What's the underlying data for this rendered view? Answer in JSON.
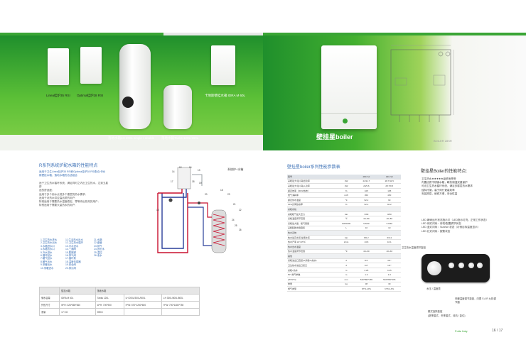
{
  "colors": {
    "green_dark": "#1f8f2c",
    "green_light": "#86d14a",
    "blue": "#3a6fb5",
    "red_pipe": "#c8102e",
    "blue_pipe": "#2a3f9a"
  },
  "left_hero": {
    "cap_linea": "Linea挂炉35 RSI",
    "cap_optima": "Optima挂炉28 RSI",
    "cap_tank200": "落地水箱LH 200L single / double",
    "cap_tanks120": "落地水箱Tanks 120L/150L",
    "cap_idra": "卡地斯壁挂水箱 IDRA M 60L"
  },
  "right_hero": {
    "boiler_label": "壁挂星boiler",
    "drawing_caption": "BOILER 28SR"
  },
  "left_page": {
    "title": "R系列系统炉配水箱的性能特点",
    "blue_para": "适用于卫生Linea挂炉35 RSI和Optima挂炉28 RSI配合卡地斯壁挂水箱，落地水箱的合适组合",
    "body": [
      "适于卫生热水循环系统，满足同时之内出卫生热水，达到五星舒",
      "适的舒适度;",
      "适用于多个用水点或多个楼层的热水需求;",
      "适用于对热水供应高品质的用户;",
      "特别适用于需要热水温度稳定，零等待出热效的用户;",
      "特别适用于需要大量热水的用户;"
    ],
    "diagram_label": "系统炉+水箱",
    "diagram_numbers": [
      "14",
      "12",
      "16",
      "13",
      "17",
      "18",
      "19",
      "20",
      "15",
      "18",
      "23",
      "21",
      "22",
      "24",
      "25",
      "26"
    ],
    "legend1": [
      "1.卫生热水进水",
      "2.卫生热水出水",
      "3.水箱进水口",
      "4.水箱出水口",
      "5.冷水进水",
      "6.循环回水",
      "7.暖气回水",
      "8.暖气出水",
      "9.采暖出水",
      "10.采暖进水"
    ],
    "legend2": [
      "11.生活热水出水",
      "12.卫生热水循环",
      "13.冷水进水",
      "14.三通阀",
      "15.膨胀罐",
      "16.排气阀",
      "17.循环泵",
      "18.温度传感器",
      "19.安全阀",
      "20.排污阀"
    ],
    "legend3": [
      "21.水箱",
      "22.盘管",
      "23.排气",
      "24.进出水",
      "25.温控",
      "26.泄水"
    ],
    "table": {
      "header": [
        "",
        "壁挂水箱",
        "落地水箱",
        "",
        ""
      ],
      "rows": [
        [
          "储水容量",
          "IDRA M 60L",
          "Tanks 120L",
          "LH 200L/300L/500L",
          "LH 300L/500L/800L"
        ],
        [
          "外形尺寸",
          "W*H: 326*580*360",
          "W*H: 700*900",
          "H*W: 570*1250*600",
          "H*W: 700*1480*750"
        ],
        [
          "重量",
          "17 KG",
          "39KG",
          "",
          ""
        ]
      ]
    }
  },
  "right_page": {
    "title": "壁挂星boiler系列性能参数表",
    "spec_head": [
      "型号",
      "",
      "28C.SJ",
      "30C.SJ"
    ],
    "spec_rows": [
      [
        "采暖最大/最小输出功率",
        "kW",
        "24/11.7",
        "28.7/11.5"
      ],
      [
        "采暖最大/最小输入功率",
        "kW",
        "24/9.6",
        "28.7/9.5"
      ],
      [
        "额定效率（30%/热效）",
        "%",
        "105",
        "105"
      ],
      [
        "燃气消耗率",
        "m³/h",
        "450",
        "450"
      ],
      [
        "额定供水温度",
        "℃",
        "92.2",
        "93"
      ],
      [
        "30%负荷热效率",
        "%",
        "92.2",
        "92.2"
      ],
      [
        "采暖系统",
        "",
        "",
        ""
      ],
      [
        "采暖暖气最大压力",
        "bar",
        "3/90",
        "3/90"
      ],
      [
        "采暖温度调节范围",
        "℃",
        "40~80",
        "40~80"
      ],
      [
        "采暖最大量，暖气容量",
        "KW/DWh",
        "5.6/60",
        "5.6/60"
      ],
      [
        "采暖膨胀水箱容积",
        "L",
        "10",
        "10"
      ],
      [
        "热水系统",
        "",
        "",
        ""
      ],
      [
        "热水最高水压/最低水压",
        "bar",
        "6/0.2",
        "6/0.2"
      ],
      [
        "热水产率 ΔT=25℃",
        "l/min",
        "13.8",
        "16.1"
      ],
      [
        "热水出水温度",
        "",
        "",
        ""
      ],
      [
        "热水温度调节范围",
        "℃",
        "40~60",
        "40~60"
      ],
      [
        "其他",
        "",
        "",
        ""
      ],
      [
        "采暖进出口直径(G采暖/G热水)",
        "d",
        "3/4\"",
        "3/4\""
      ],
      [
        "卫生热水进出口接口",
        "d",
        "1/2\"",
        "1/2\""
      ],
      [
        "采暖+热水",
        "m",
        "4.25",
        "4.25"
      ],
      [
        "50° 燃气参数",
        "m",
        "1.0",
        "1.0"
      ],
      [
        "(W*H*D)",
        "mm",
        "540*890*465",
        "540*890*465"
      ],
      [
        "重量",
        "kg",
        "38",
        "39"
      ],
      [
        "燃气类型",
        "",
        "NTN-LPG",
        "NTN-LPG"
      ]
    ],
    "features_title": "壁挂星Boiler的性能特点:",
    "features_a": [
      "卫生热水★★★★★级舒适享受",
      "内置优质不锈钢水箱，瞬热储温双重保护",
      "可设卫生热水循环系统，满足多楼层热水需求",
      "独特冷凝，高于同行更高效率",
      "安装简易，维修方便，安全性高"
    ],
    "features_b": [
      "LED 瞬间运行状态指示灯（LED指示灯亮，正常工作状态）",
      "LED 绿灯闪烁：待机/配置调节状态",
      "LED 蓝灯闪烁：Sunrise 状态（示例目标温度显示）",
      "LED 红灯闪烁：报警状态"
    ],
    "callouts": {
      "c1": "卫生热水温度调节旋钮",
      "c2": "水压 / 温度表",
      "c3": "采暖温度调节旋钮，内置 S A R 九档调节器",
      "c4": "模式选择旋钮",
      "c5": "(夏季模式，冬季模式，待机 / 复位)"
    }
  },
  "footer": {
    "brand": "Fotte Italy",
    "pages": "16 \\ 17"
  }
}
